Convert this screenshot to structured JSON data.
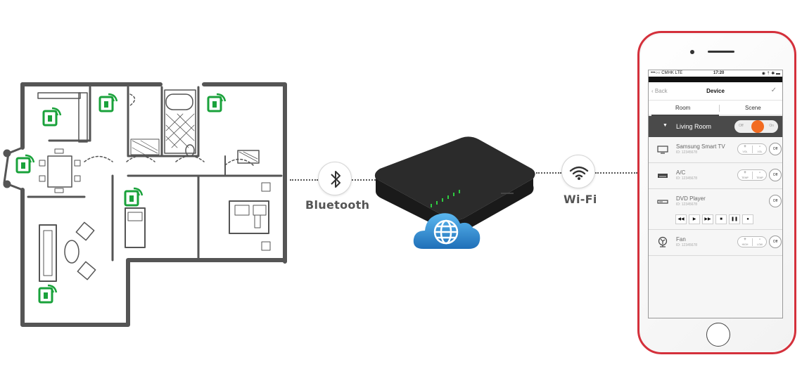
{
  "connectors": {
    "bluetooth_label": "Bluetooth",
    "wifi_label": "Wi-Fi"
  },
  "colors": {
    "plug_green": "#1aa23b",
    "phone_frame": "#d4303b",
    "toggle_on": "#f26b21",
    "cloud_blue": "#2b8fd6"
  },
  "app": {
    "statusbar": {
      "carrier": "•••○○ CMHK  LTE",
      "time": "17:20",
      "icons": "◉ ⇡ ✱ ▬"
    },
    "navbar": {
      "back": "Back",
      "title": "Device",
      "check": "✓"
    },
    "tabs": [
      "Room",
      "Scene"
    ],
    "room": {
      "name": "Living Room",
      "toggle_off": "Off",
      "toggle_on": "On"
    },
    "devices": [
      {
        "name": "Samsung Smart TV",
        "id": "ID: 12345678",
        "icon": "tv-icon",
        "left": "+",
        "left_sub": "VOL",
        "right": "-",
        "right_sub": "VOL",
        "power": "Off"
      },
      {
        "name": "A/C",
        "id": "ID: 12345678",
        "icon": "ac-icon",
        "left": "+",
        "left_sub": "TEMP",
        "right": "-",
        "right_sub": "TEMP",
        "power": "Off"
      },
      {
        "name": "DVD Player",
        "id": "ID: 12345678",
        "icon": "dvd-icon",
        "power": "Off",
        "media": [
          "◀◀",
          "▶",
          "▶▶",
          "■",
          "❚❚",
          "●"
        ]
      },
      {
        "name": "Fan",
        "id": "ID: 12345678",
        "icon": "fan-icon",
        "left": "+",
        "left_sub": "HIGH",
        "right": "-",
        "right_sub": "LOW",
        "power": "Off"
      }
    ]
  }
}
